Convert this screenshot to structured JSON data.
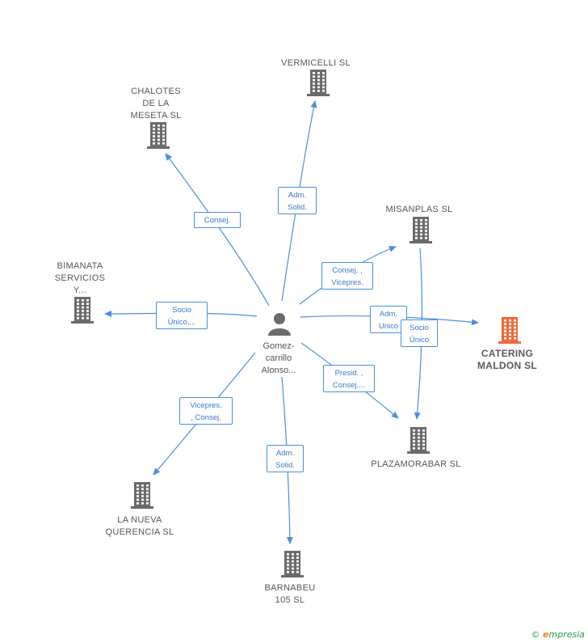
{
  "colors": {
    "edge": "#4a8fe0",
    "node": "#6b6b6b",
    "highlight": "#ee6a3a",
    "label_text": "#555555"
  },
  "center": {
    "icon": "person-icon",
    "label_lines": [
      "Gomez-",
      "carrillo",
      "Alonso..."
    ]
  },
  "nodes": [
    {
      "id": "vermicelli",
      "icon": "building-icon",
      "label_lines": [
        "VERMICELLI SL"
      ]
    },
    {
      "id": "chalotes",
      "icon": "building-icon",
      "label_lines": [
        "CHALOTES",
        "DE LA",
        "MESETA SL"
      ]
    },
    {
      "id": "misanplas",
      "icon": "building-icon",
      "label_lines": [
        "MISANPLAS SL"
      ]
    },
    {
      "id": "bimanata",
      "icon": "building-icon",
      "label_lines": [
        "BIMANATA",
        "SERVICIOS",
        "Y..."
      ]
    },
    {
      "id": "catering",
      "icon": "building-icon",
      "highlight": true,
      "label_lines": [
        "CATERING",
        "MALDON SL"
      ]
    },
    {
      "id": "plazamorabar",
      "icon": "building-icon",
      "label_lines": [
        "PLAZAMORABAR SL"
      ]
    },
    {
      "id": "laquerencia",
      "icon": "building-icon",
      "label_lines": [
        "LA NUEVA",
        "QUERENCIA SL"
      ]
    },
    {
      "id": "barnabeu",
      "icon": "building-icon",
      "label_lines": [
        "BARNABEU",
        "105 SL"
      ]
    }
  ],
  "edges": [
    {
      "to": "vermicelli",
      "label_lines": [
        "Adm.",
        "Solid."
      ]
    },
    {
      "to": "chalotes",
      "label_lines": [
        "Consej."
      ]
    },
    {
      "to": "misanplas",
      "label_lines": [
        "Consej. ,",
        "Vicepres."
      ]
    },
    {
      "to": "bimanata",
      "label_lines": [
        "Socio",
        "Único,..."
      ]
    },
    {
      "to": "catering",
      "label_lines": [
        "Adm.",
        "Unico"
      ]
    },
    {
      "to": "plazamorabar",
      "label_lines": [
        "Presid. ,",
        "Consej...."
      ]
    },
    {
      "to": "laquerencia",
      "label_lines": [
        "Vicepres.",
        ", Consej."
      ]
    },
    {
      "to": "barnabeu",
      "label_lines": [
        "Adm.",
        "Solid."
      ]
    },
    {
      "from": "misanplas",
      "to": "plazamorabar",
      "label_lines": [
        "Socio",
        "Único"
      ]
    }
  ],
  "footer": {
    "copyright": "©",
    "brand_e": "e",
    "brand_rest": "mpresia"
  }
}
